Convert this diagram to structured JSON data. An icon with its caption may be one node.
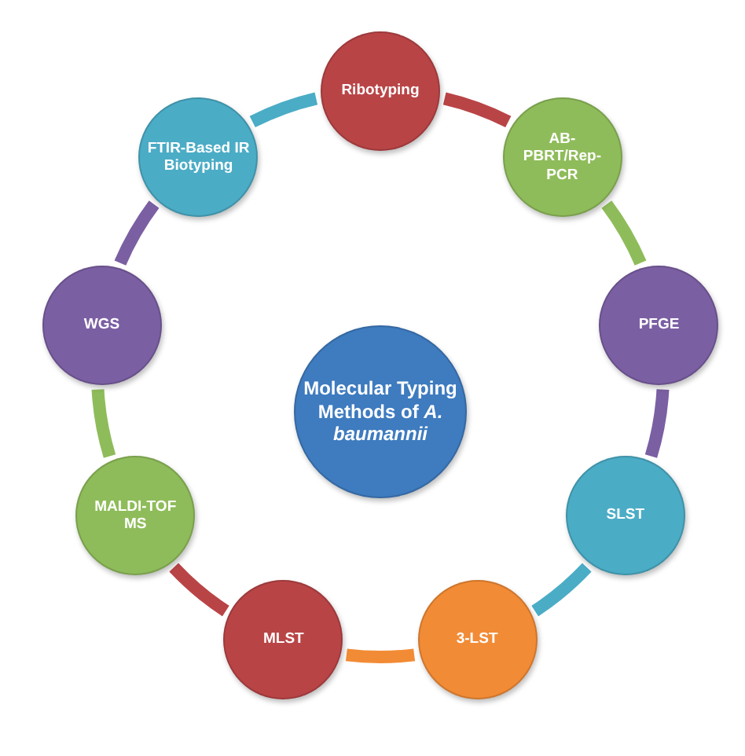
{
  "diagram": {
    "nodes": [
      {
        "text": [
          "Molecular Typing Methods of *A. baumannii*"
        ]
      },
      {
        "text": [
          "Ribotyping"
        ]
      },
      {
        "text": [
          "AB-PBRT/Rep-PCR"
        ]
      },
      {
        "text": [
          "PFGE"
        ]
      },
      {
        "text": [
          "SLST"
        ]
      },
      {
        "text": [
          "3-LST"
        ]
      },
      {
        "text": [
          "MLST"
        ]
      },
      {
        "text": [
          "MALDI-TOF MS"
        ]
      },
      {
        "text": [
          "WGS"
        ]
      },
      {
        "text": [
          "FTIR-Based IR Biotyping"
        ]
      }
    ],
    "edges": [
      {
        "from": 1,
        "to": 2,
        "arrow": "none",
        "color": "#b94446"
      },
      {
        "from": 2,
        "to": 3,
        "arrow": "none",
        "color": "#8fbc5a"
      },
      {
        "from": 3,
        "to": 4,
        "arrow": "none",
        "color": "#7b5fa3"
      },
      {
        "from": 4,
        "to": 5,
        "arrow": "none",
        "color": "#4bacc6"
      },
      {
        "from": 5,
        "to": 6,
        "arrow": "none",
        "color": "#f28b35"
      },
      {
        "from": 6,
        "to": 7,
        "arrow": "none",
        "color": "#b94446"
      },
      {
        "from": 7,
        "to": 8,
        "arrow": "none",
        "color": "#8fbc5a"
      },
      {
        "from": 8,
        "to": 9,
        "arrow": "none",
        "color": "#7b5fa3"
      },
      {
        "from": 9,
        "to": 1,
        "arrow": "none",
        "color": "#4bacc6"
      }
    ]
  }
}
